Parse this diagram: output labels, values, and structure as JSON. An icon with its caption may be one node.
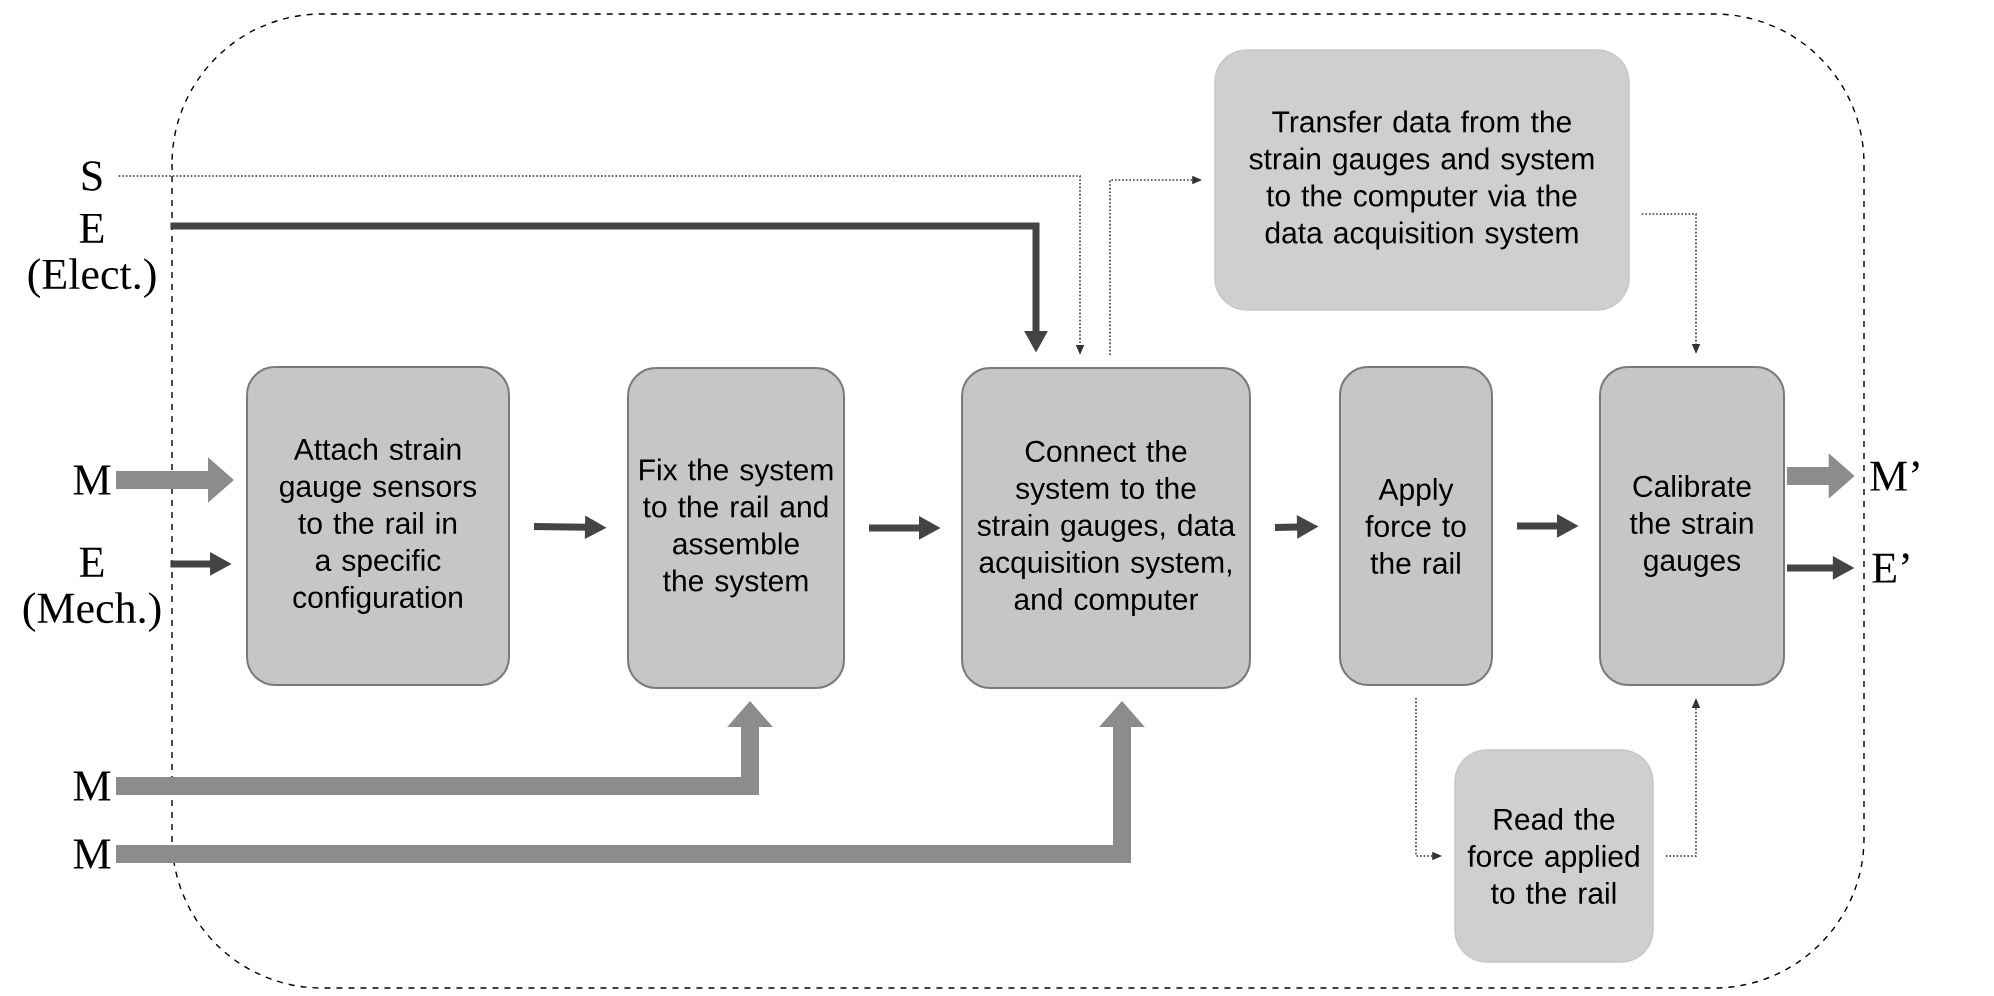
{
  "diagram": {
    "nodes": [
      {
        "text": [
          "S"
        ]
      },
      {
        "text": [
          "E (Elect.)"
        ]
      },
      {
        "text": [
          "M"
        ]
      },
      {
        "text": [
          "E (Mech.)"
        ]
      },
      {
        "text": [
          "M"
        ]
      },
      {
        "text": [
          "M"
        ]
      },
      {
        "text": [
          "Attach strain gauge sensors to the rail in a specific configuration"
        ]
      },
      {
        "text": [
          "Fix the system to the rail and assemble the system"
        ]
      },
      {
        "text": [
          "Connect the system to the strain gauges, data acquisition system, and computer"
        ]
      },
      {
        "text": [
          "Transfer data from the strain gauges and system to the computer via the data acquisition system"
        ]
      },
      {
        "text": [
          "Apply force to the rail"
        ]
      },
      {
        "text": [
          "Calibrate the strain gauges"
        ]
      },
      {
        "text": [
          "Read the force applied to the rail"
        ]
      },
      {
        "text": [
          "M’"
        ]
      },
      {
        "text": [
          "E’"
        ]
      }
    ],
    "edges": [
      {
        "from": 0,
        "to": 8,
        "arrow": "to",
        "style": "dashed"
      },
      {
        "from": 1,
        "to": 8,
        "arrow": "to"
      },
      {
        "from": 2,
        "to": 6,
        "arrow": "to",
        "style": "thick"
      },
      {
        "from": 3,
        "to": 6,
        "arrow": "to"
      },
      {
        "from": 6,
        "to": 7,
        "arrow": "to"
      },
      {
        "from": 7,
        "to": 8,
        "arrow": "to"
      },
      {
        "from": 4,
        "to": 7,
        "arrow": "to",
        "style": "thick"
      },
      {
        "from": 5,
        "to": 8,
        "arrow": "to",
        "style": "thick"
      },
      {
        "from": 8,
        "to": 9,
        "arrow": "to",
        "style": "dashed"
      },
      {
        "from": 8,
        "to": 10,
        "arrow": "to"
      },
      {
        "from": 9,
        "to": 11,
        "arrow": "to",
        "style": "dashed"
      },
      {
        "from": 10,
        "to": 11,
        "arrow": "to"
      },
      {
        "from": 10,
        "to": 12,
        "arrow": "to",
        "style": "dashed"
      },
      {
        "from": 12,
        "to": 11,
        "arrow": "to",
        "style": "dashed"
      },
      {
        "from": 11,
        "to": 13,
        "arrow": "to",
        "style": "thick"
      },
      {
        "from": 11,
        "to": 14,
        "arrow": "to"
      }
    ]
  }
}
